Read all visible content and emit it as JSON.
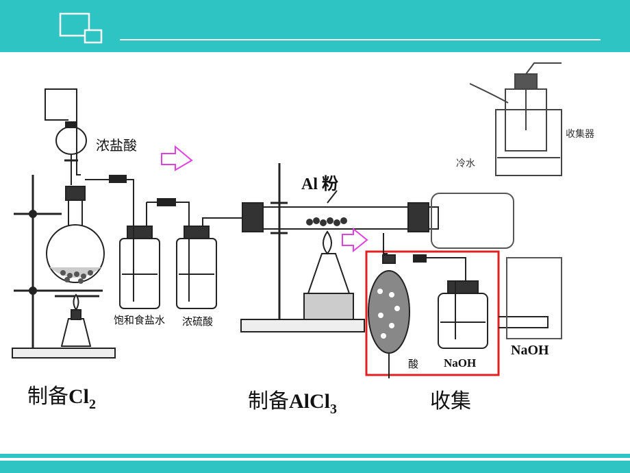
{
  "labels": {
    "conc_hcl": "浓盐酸",
    "al_powder": "Al 粉",
    "sat_nacl": "饱和食盐水",
    "conc_h2so4": "浓硫酸",
    "collector": "收集器",
    "cold_water": "冷水",
    "acid_partial": "酸",
    "naoh_1": "NaOH",
    "naoh_2": "NaOH"
  },
  "captions": {
    "prep_cl2_prefix": "制备",
    "prep_cl2_formula": "Cl",
    "prep_cl2_sub": "2",
    "prep_alcl3_prefix": "制备",
    "prep_alcl3_formula": "AlCl",
    "prep_alcl3_sub": "3",
    "collect": "收集"
  },
  "colors": {
    "theme": "#2ec4c4",
    "highlight_box": "#e02020",
    "arrow": "#e040e0"
  }
}
